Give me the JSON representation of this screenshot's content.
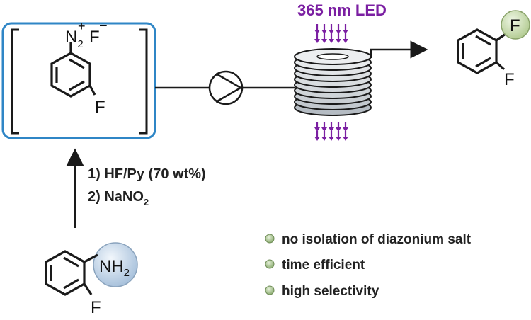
{
  "led_label": "365 nm LED",
  "colors": {
    "box_border": "#2f86c6",
    "led": "#7b1fa2",
    "bubble_product": "#c8dcb0",
    "bubble_amine": "#c4d6ea",
    "bullet": "#9aba82",
    "bond": "#1a1a1a"
  },
  "intermediate": {
    "n2_main": "N",
    "n2_sub": "2",
    "fluoride": "F",
    "plus": "+",
    "minus": "−",
    "ring_f": "F"
  },
  "product": {
    "f_top": "F",
    "f_bottom": "F"
  },
  "reagents": {
    "step1": "1) HF/Py (70 wt%)",
    "step2_main": "2) NaNO",
    "step2_sub": "2"
  },
  "starting": {
    "nh_main": "NH",
    "nh_sub": "2",
    "ring_f": "F"
  },
  "benefits": [
    "no isolation of diazonium salt",
    "time efficient",
    "high selectivity"
  ],
  "icons": {
    "pump": "pump-icon",
    "reactor": "coil-reactor-icon",
    "led": "led-arrow-icon",
    "bullet": "bullet-circle-icon"
  }
}
